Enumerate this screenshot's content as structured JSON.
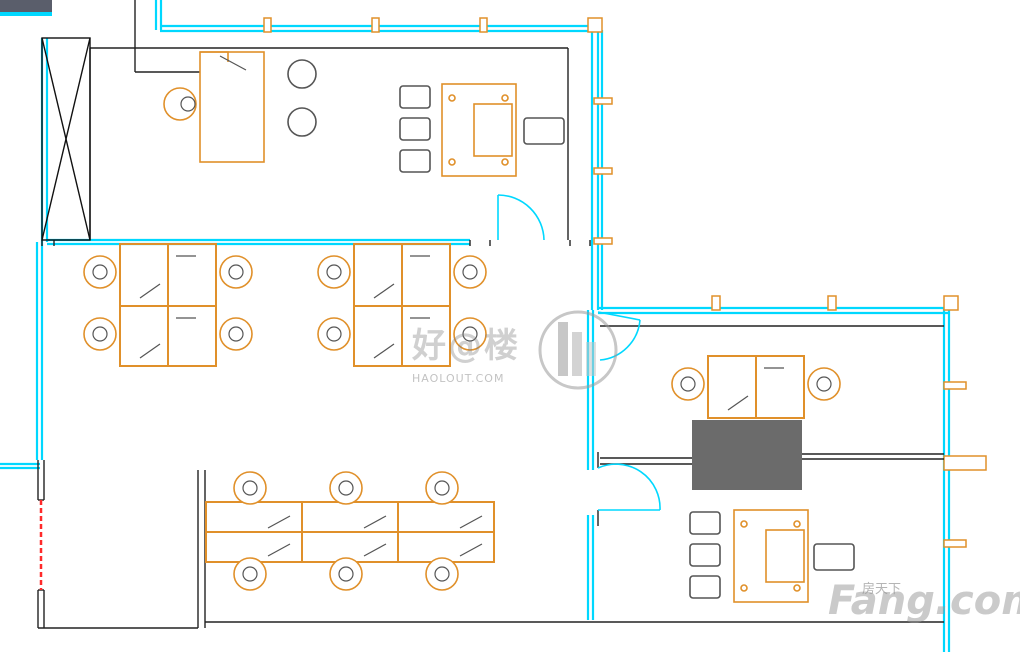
{
  "colors": {
    "wall": "#00d8ff",
    "line": "#222222",
    "furniture": "#e0902a",
    "chair": "#555555",
    "column": "#6b6b6b",
    "door": "#00d8ff",
    "red_wall": "#ff2a2a"
  },
  "watermark": {
    "center_cn": "好@楼",
    "center_sub": "HAOLOUT.COM",
    "brand_cn": "房天下",
    "brand": "Fang.com"
  },
  "icons": [
    "floor-plan",
    "workstation-pod",
    "meeting-table",
    "door-swing",
    "shaft-cross",
    "logo-circle"
  ]
}
